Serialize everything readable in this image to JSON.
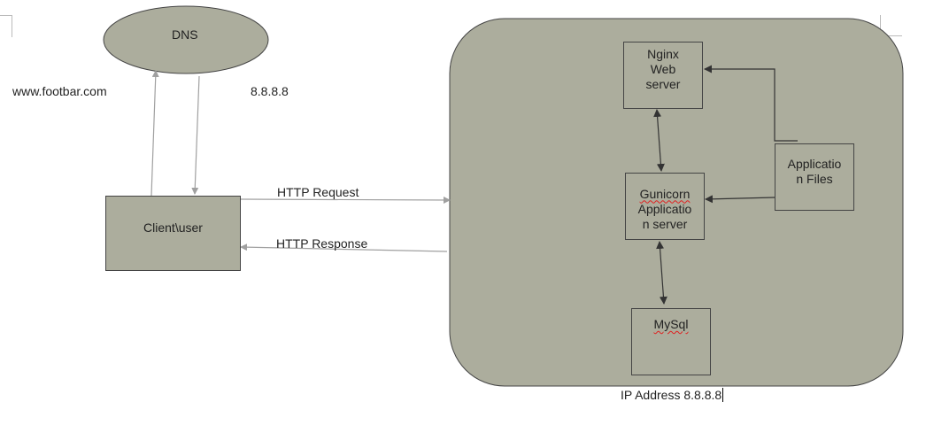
{
  "dns": {
    "label": "DNS"
  },
  "domain_label": "www.footbar.com",
  "ip_label": "8.8.8.8",
  "client": {
    "label": "Client\\user"
  },
  "http_request": "HTTP Request",
  "http_response": "HTTP Response",
  "server": {
    "nginx": "Nginx Web server",
    "gunicorn_word": "Gunicorn",
    "gunicorn_rest": "Applicatio n server",
    "app_files": "Applicatio n Files",
    "mysql": "MySql",
    "caption": "IP Address 8.8.8.8"
  },
  "colors": {
    "fill": "#acad9d",
    "stroke": "#444444",
    "connector": "#a0a0a0",
    "arrow": "#333333"
  }
}
